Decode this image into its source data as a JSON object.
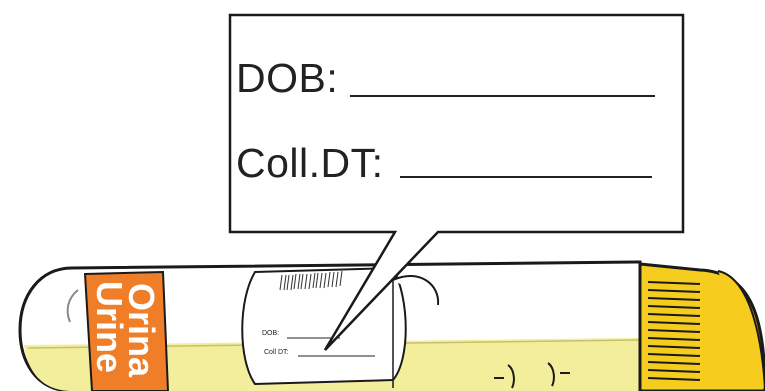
{
  "callout": {
    "dob_label": "DOB:",
    "coll_label": "Coll.DT:"
  },
  "tube_label": {
    "dob_label": "DOB:",
    "coll_label": "Coll DT:"
  },
  "orange_band": {
    "line1": "Urine",
    "line2": "Orina"
  },
  "colors": {
    "urine_fill": "#f3ee9c",
    "band_orange": "#f07d28",
    "cap_yellow": "#f6cd1f",
    "outline": "#1a1a1a"
  }
}
